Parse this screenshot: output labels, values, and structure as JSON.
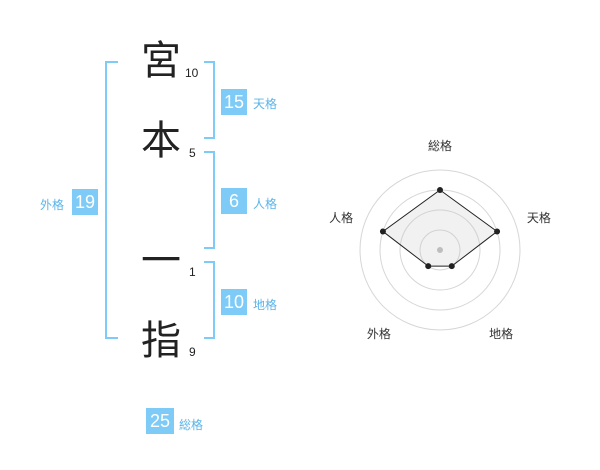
{
  "name": {
    "chars": [
      {
        "char": "宮",
        "strokes": "10"
      },
      {
        "char": "本",
        "strokes": "5"
      },
      {
        "char": "一",
        "strokes": "1"
      },
      {
        "char": "指",
        "strokes": "9"
      }
    ]
  },
  "fortunes": {
    "tenkaku": {
      "value": "15",
      "label": "天格"
    },
    "jinkaku": {
      "value": "6",
      "label": "人格"
    },
    "chikaku": {
      "value": "10",
      "label": "地格"
    },
    "gaikaku": {
      "value": "19",
      "label": "外格"
    },
    "soukaku": {
      "value": "25",
      "label": "総格"
    }
  },
  "colors": {
    "accent": "#7ecbf7",
    "label": "#5ab4ea"
  },
  "chart_data": {
    "type": "radar",
    "axes": [
      "総格",
      "天格",
      "地格",
      "外格",
      "人格"
    ],
    "scale_max": 4,
    "values": [
      3,
      3,
      1,
      1,
      3
    ],
    "rings": 4
  }
}
